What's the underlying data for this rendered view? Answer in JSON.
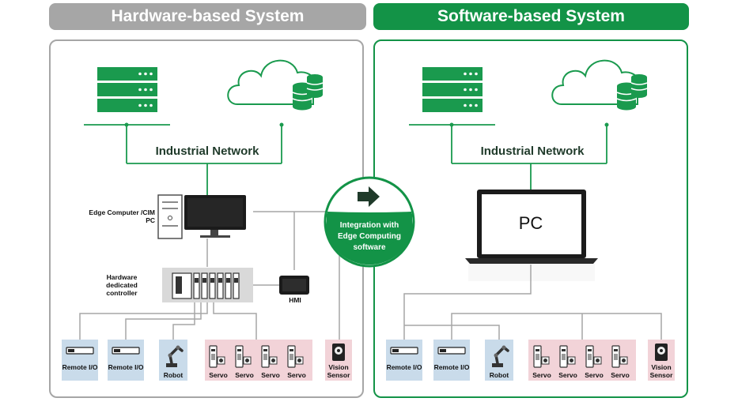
{
  "headers": {
    "hardware_title": "Hardware-based System",
    "software_title": "Software-based System"
  },
  "hardware": {
    "network_label": "Industrial Network",
    "edge_computer_label": "Edge Computer /CIM PC",
    "controller_label": "Hardware dedicated controller",
    "hmi_label": "HMI",
    "devices": [
      "Remote I/O",
      "Remote I/O",
      "Robot",
      "Servo",
      "Servo",
      "Servo",
      "Servo",
      "Vision Sensor"
    ]
  },
  "software": {
    "network_label": "Industrial Network",
    "pc_label": "PC",
    "devices": [
      "Remote I/O",
      "Remote I/O",
      "Robot",
      "Servo",
      "Servo",
      "Servo",
      "Servo",
      "Vision Sensor"
    ]
  },
  "badge": {
    "text": "Integration with Edge Computing software",
    "icon": "arrow-right-icon"
  },
  "colors": {
    "brand_green": "#139347",
    "hardware_gray": "#a6a6a6",
    "server_green": "#1a9a4e",
    "device_blue": "#c9dbea",
    "servo_pink": "#f2d3d8"
  }
}
